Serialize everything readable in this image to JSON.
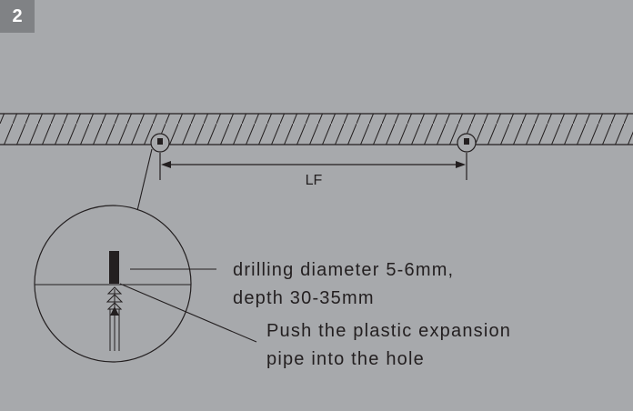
{
  "step_number": "2",
  "dimension_label": "LF",
  "callouts": {
    "drilling_line1": "drilling diameter 5-6mm,",
    "drilling_line2": "depth 30-35mm",
    "push_line1": "Push the plastic expansion",
    "push_line2": "pipe into the hole"
  },
  "colors": {
    "background": "#a7a9ac",
    "badge": "#808285",
    "ink": "#231f20"
  }
}
